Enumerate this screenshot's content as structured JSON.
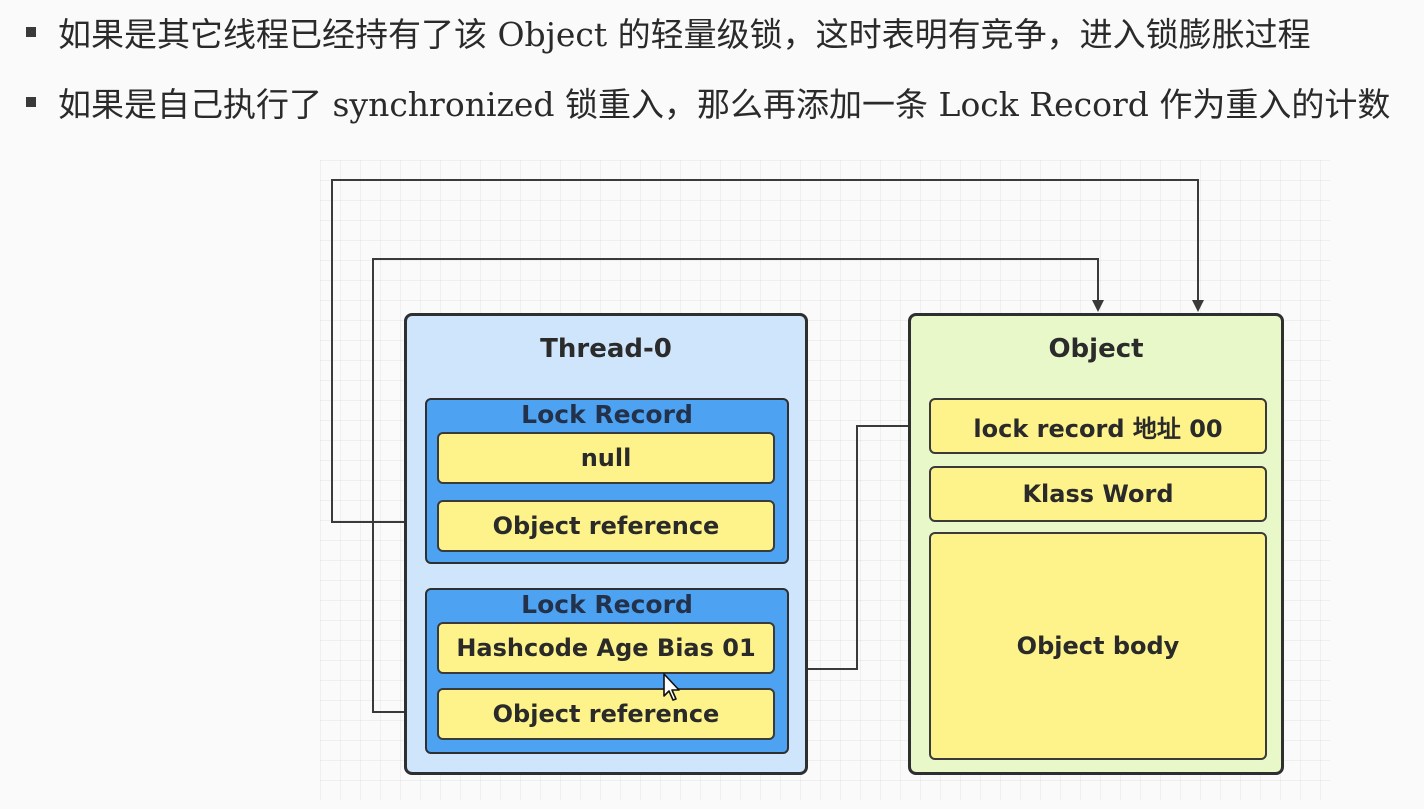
{
  "bullets": [
    "如果是其它线程已经持有了该 Object 的轻量级锁，这时表明有竞争，进入锁膨胀过程",
    "如果是自己执行了 synchronized 锁重入，那么再添加一条 Lock Record 作为重入的计数"
  ],
  "thread": {
    "title": "Thread-0",
    "lock_records": [
      {
        "title": "Lock Record",
        "field1": "null",
        "field2": "Object reference"
      },
      {
        "title": "Lock Record",
        "field1": "Hashcode Age Bias 01",
        "field2": "Object reference"
      }
    ]
  },
  "object": {
    "title": "Object",
    "mark_word": "lock record 地址 00",
    "klass_word": "Klass Word",
    "body": "Object body"
  },
  "colors": {
    "thread_bg": "#cfe5fb",
    "lock_record_bg": "#4da3f2",
    "object_bg": "#e8f8c8",
    "cell_bg": "#fdf38a",
    "line": "#3a3a3a"
  }
}
